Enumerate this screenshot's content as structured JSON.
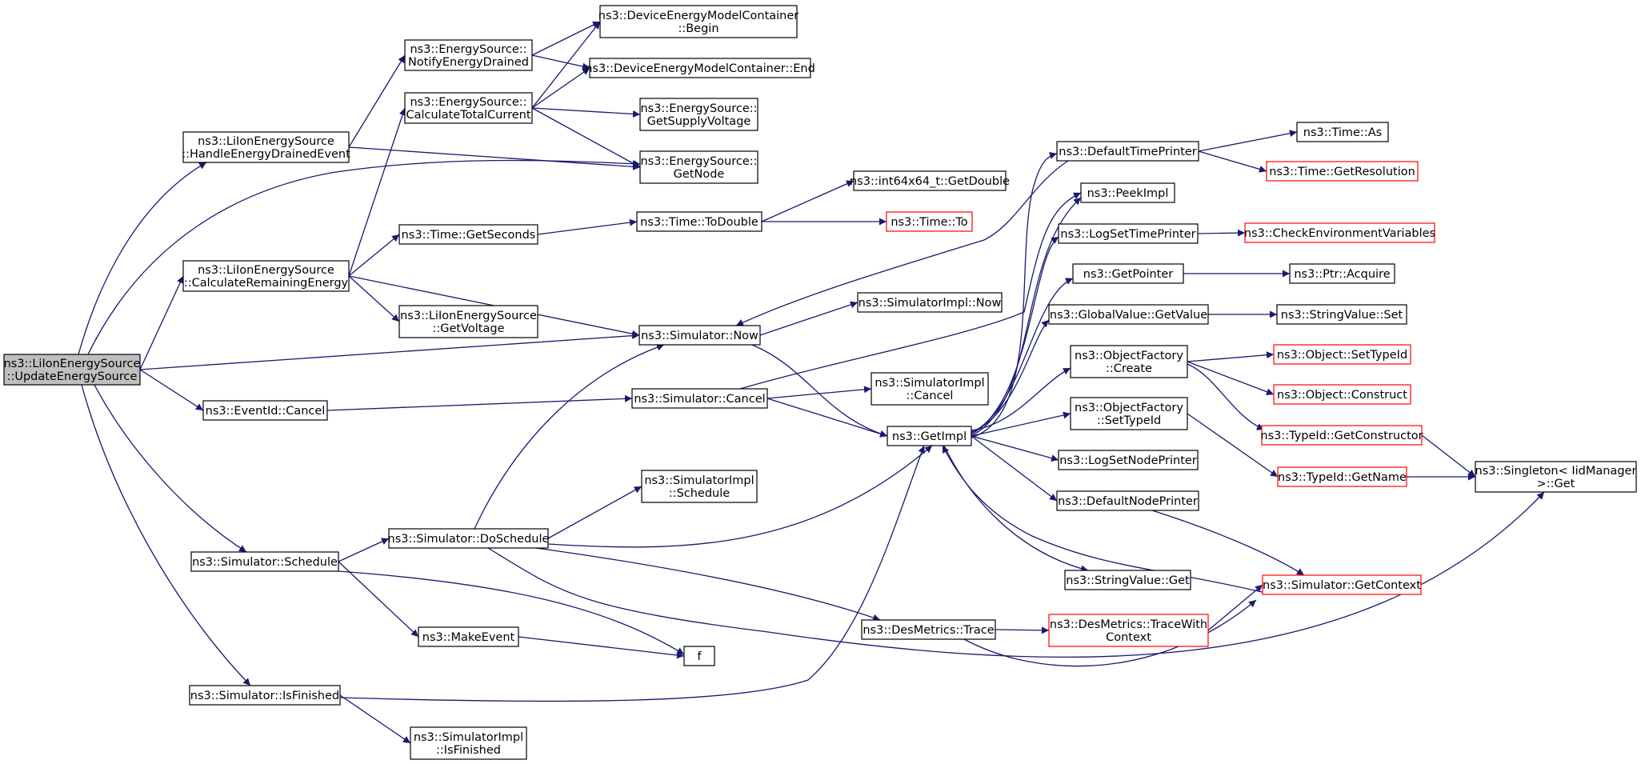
{
  "colors": {
    "edge": "#191970",
    "border": "#000000",
    "highlight_border": "#ff0000",
    "root_fill": "#bfbfbf",
    "node_fill": "#ffffff"
  },
  "nodes": [
    {
      "id": "update",
      "lines": [
        "ns3::LiIonEnergySource",
        "::UpdateEnergySource"
      ],
      "style": "root"
    },
    {
      "id": "handle",
      "lines": [
        "ns3::LiIonEnergySource",
        "::HandleEnergyDrainedEvent"
      ]
    },
    {
      "id": "calcrem",
      "lines": [
        "ns3::LiIonEnergySource",
        "::CalculateRemainingEnergy"
      ]
    },
    {
      "id": "evcancel",
      "lines": [
        "ns3::EventId::Cancel"
      ]
    },
    {
      "id": "simsched",
      "lines": [
        "ns3::Simulator::Schedule"
      ]
    },
    {
      "id": "isfinished",
      "lines": [
        "ns3::Simulator::IsFinished"
      ]
    },
    {
      "id": "notify",
      "lines": [
        "ns3::EnergySource::",
        "NotifyEnergyDrained"
      ]
    },
    {
      "id": "calctotal",
      "lines": [
        "ns3::EnergySource::",
        "CalculateTotalCurrent"
      ]
    },
    {
      "id": "getseconds",
      "lines": [
        "ns3::Time::GetSeconds"
      ]
    },
    {
      "id": "getvoltage",
      "lines": [
        "ns3::LiIonEnergySource",
        "::GetVoltage"
      ]
    },
    {
      "id": "doschedule",
      "lines": [
        "ns3::Simulator::DoSchedule"
      ]
    },
    {
      "id": "makeevent",
      "lines": [
        "ns3::MakeEvent"
      ]
    },
    {
      "id": "simimplfin",
      "lines": [
        "ns3::SimulatorImpl",
        "::IsFinished"
      ]
    },
    {
      "id": "dembegin",
      "lines": [
        "ns3::DeviceEnergyModelContainer",
        "::Begin"
      ]
    },
    {
      "id": "demend",
      "lines": [
        "ns3::DeviceEnergyModelContainer::End"
      ]
    },
    {
      "id": "getsupply",
      "lines": [
        "ns3::EnergySource::",
        "GetSupplyVoltage"
      ]
    },
    {
      "id": "getnode",
      "lines": [
        "ns3::EnergySource::",
        "GetNode"
      ]
    },
    {
      "id": "todouble",
      "lines": [
        "ns3::Time::ToDouble"
      ]
    },
    {
      "id": "simnow",
      "lines": [
        "ns3::Simulator::Now"
      ]
    },
    {
      "id": "simcancel",
      "lines": [
        "ns3::Simulator::Cancel"
      ]
    },
    {
      "id": "simimplsched",
      "lines": [
        "ns3::SimulatorImpl",
        "::Schedule"
      ]
    },
    {
      "id": "f",
      "lines": [
        "f"
      ]
    },
    {
      "id": "destrace",
      "lines": [
        "ns3::DesMetrics::Trace"
      ]
    },
    {
      "id": "getdouble",
      "lines": [
        "ns3::int64x64_t::GetDouble"
      ]
    },
    {
      "id": "timeto",
      "lines": [
        "ns3::Time::To"
      ],
      "style": "red"
    },
    {
      "id": "simimplnow",
      "lines": [
        "ns3::SimulatorImpl::Now"
      ]
    },
    {
      "id": "simimplcancel",
      "lines": [
        "ns3::SimulatorImpl",
        "::Cancel"
      ]
    },
    {
      "id": "getimpl",
      "lines": [
        "ns3::GetImpl"
      ]
    },
    {
      "id": "deftimeprinter",
      "lines": [
        "ns3::DefaultTimePrinter"
      ]
    },
    {
      "id": "peekimpl",
      "lines": [
        "ns3::PeekImpl"
      ]
    },
    {
      "id": "logsettime",
      "lines": [
        "ns3::LogSetTimePrinter"
      ]
    },
    {
      "id": "getpointer",
      "lines": [
        "ns3::GetPointer"
      ]
    },
    {
      "id": "gvgetvalue",
      "lines": [
        "ns3::GlobalValue::GetValue"
      ]
    },
    {
      "id": "ofcreate",
      "lines": [
        "ns3::ObjectFactory",
        "::Create"
      ]
    },
    {
      "id": "ofsettype",
      "lines": [
        "ns3::ObjectFactory",
        "::SetTypeId"
      ]
    },
    {
      "id": "logsetnode",
      "lines": [
        "ns3::LogSetNodePrinter"
      ]
    },
    {
      "id": "defnodeprinter",
      "lines": [
        "ns3::DefaultNodePrinter"
      ]
    },
    {
      "id": "svget",
      "lines": [
        "ns3::StringValue::Get"
      ]
    },
    {
      "id": "tracewith",
      "lines": [
        "ns3::DesMetrics::TraceWith",
        "Context"
      ],
      "style": "red"
    },
    {
      "id": "timeas",
      "lines": [
        "ns3::Time::As"
      ]
    },
    {
      "id": "getres",
      "lines": [
        "ns3::Time::GetResolution"
      ],
      "style": "red"
    },
    {
      "id": "checkenv",
      "lines": [
        "ns3::CheckEnvironmentVariables"
      ],
      "style": "red"
    },
    {
      "id": "ptracquire",
      "lines": [
        "ns3::Ptr::Acquire"
      ]
    },
    {
      "id": "svset",
      "lines": [
        "ns3::StringValue::Set"
      ]
    },
    {
      "id": "objsettype",
      "lines": [
        "ns3::Object::SetTypeId"
      ],
      "style": "red"
    },
    {
      "id": "objconstruct",
      "lines": [
        "ns3::Object::Construct"
      ],
      "style": "red"
    },
    {
      "id": "getconstructor",
      "lines": [
        "ns3::TypeId::GetConstructor"
      ],
      "style": "red"
    },
    {
      "id": "getname",
      "lines": [
        "ns3::TypeId::GetName"
      ],
      "style": "red"
    },
    {
      "id": "getcontext",
      "lines": [
        "ns3::Simulator::GetContext"
      ],
      "style": "red"
    },
    {
      "id": "singleton",
      "lines": [
        "ns3::Singleton< IidManager",
        " >::Get"
      ]
    }
  ],
  "edges": [
    [
      "update",
      "handle"
    ],
    [
      "update",
      "getnode"
    ],
    [
      "update",
      "calcrem"
    ],
    [
      "update",
      "simnow"
    ],
    [
      "update",
      "evcancel"
    ],
    [
      "update",
      "simsched"
    ],
    [
      "update",
      "isfinished"
    ],
    [
      "handle",
      "notify"
    ],
    [
      "handle",
      "getnode"
    ],
    [
      "notify",
      "dembegin"
    ],
    [
      "notify",
      "demend"
    ],
    [
      "calctotal",
      "dembegin"
    ],
    [
      "calctotal",
      "demend"
    ],
    [
      "calctotal",
      "getsupply"
    ],
    [
      "calctotal",
      "getnode"
    ],
    [
      "calcrem",
      "calctotal"
    ],
    [
      "calcrem",
      "getseconds"
    ],
    [
      "calcrem",
      "getvoltage"
    ],
    [
      "calcrem",
      "simnow"
    ],
    [
      "getseconds",
      "todouble"
    ],
    [
      "todouble",
      "getdouble"
    ],
    [
      "todouble",
      "timeto"
    ],
    [
      "simnow",
      "simimplnow"
    ],
    [
      "simnow",
      "getimpl"
    ],
    [
      "evcancel",
      "simcancel"
    ],
    [
      "simcancel",
      "simimplcancel"
    ],
    [
      "simcancel",
      "getimpl"
    ],
    [
      "simcancel",
      "peekimpl"
    ],
    [
      "simsched",
      "doschedule"
    ],
    [
      "simsched",
      "makeevent"
    ],
    [
      "simsched",
      "f"
    ],
    [
      "makeevent",
      "f"
    ],
    [
      "doschedule",
      "simnow"
    ],
    [
      "doschedule",
      "simimplsched"
    ],
    [
      "doschedule",
      "getimpl"
    ],
    [
      "doschedule",
      "destrace"
    ],
    [
      "doschedule",
      "singleton"
    ],
    [
      "isfinished",
      "getimpl"
    ],
    [
      "isfinished",
      "simimplfin"
    ],
    [
      "destrace",
      "tracewith"
    ],
    [
      "destrace",
      "getcontext"
    ],
    [
      "tracewith",
      "getcontext"
    ],
    [
      "getimpl",
      "deftimeprinter"
    ],
    [
      "getimpl",
      "peekimpl"
    ],
    [
      "getimpl",
      "logsettime"
    ],
    [
      "getimpl",
      "getpointer"
    ],
    [
      "getimpl",
      "gvgetvalue"
    ],
    [
      "getimpl",
      "ofcreate"
    ],
    [
      "getimpl",
      "ofsettype"
    ],
    [
      "getimpl",
      "logsetnode"
    ],
    [
      "getimpl",
      "defnodeprinter"
    ],
    [
      "getimpl",
      "svget"
    ],
    [
      "getcontext",
      "getimpl"
    ],
    [
      "deftimeprinter",
      "simnow"
    ],
    [
      "deftimeprinter",
      "timeas"
    ],
    [
      "deftimeprinter",
      "getres"
    ],
    [
      "logsettime",
      "checkenv"
    ],
    [
      "getpointer",
      "ptracquire"
    ],
    [
      "gvgetvalue",
      "svset"
    ],
    [
      "ofcreate",
      "objsettype"
    ],
    [
      "ofcreate",
      "objconstruct"
    ],
    [
      "ofcreate",
      "getconstructor"
    ],
    [
      "ofsettype",
      "getname"
    ],
    [
      "getconstructor",
      "singleton"
    ],
    [
      "getname",
      "singleton"
    ],
    [
      "defnodeprinter",
      "getcontext"
    ]
  ]
}
